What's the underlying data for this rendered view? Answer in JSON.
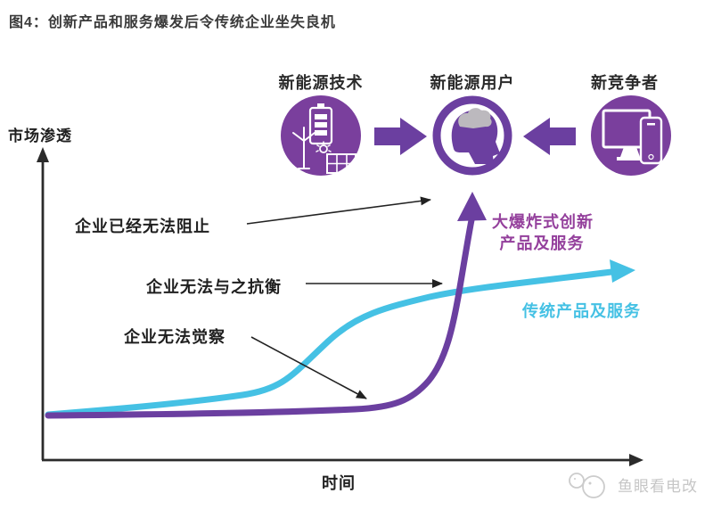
{
  "figure": {
    "title": "图4：创新产品和服务爆发后令传统企业坐失良机"
  },
  "flow": {
    "nodes": [
      {
        "label": "新能源技术",
        "icon": "energy-tech-icon"
      },
      {
        "label": "新能源用户",
        "icon": "user-head-icon"
      },
      {
        "label": "新竞争者",
        "icon": "devices-icon"
      }
    ],
    "arrows": [
      {
        "from": "新能源技术",
        "to": "新能源用户",
        "direction": "right"
      },
      {
        "from": "新竞争者",
        "to": "新能源用户",
        "direction": "left"
      }
    ]
  },
  "axes": {
    "y_label": "市场渗透",
    "x_label": "时间"
  },
  "annotations": [
    "企业已经无法阻止",
    "企业无法与之抗衡",
    "企业无法觉察"
  ],
  "curve_labels": {
    "innovation": {
      "lines": [
        "大爆炸式创新",
        "产品及服务"
      ],
      "color": "#94409C"
    },
    "traditional": {
      "label": "传统产品及服务",
      "color": "#45C1E4"
    }
  },
  "watermark": {
    "text": "鱼眼看电改"
  },
  "colors": {
    "icon_purple": "#7A3F9D",
    "curve_purple": "#6B3FA0",
    "curve_cyan": "#45C1E4",
    "label_purple": "#94409C",
    "axis_black": "#2b2b2b",
    "watermark_gray": "#c6c6c6",
    "brain_gray": "#BCB9BE"
  },
  "chart_data": {
    "type": "line",
    "title": "图4：创新产品和服务爆发后令传统企业坐失良机",
    "xlabel": "时间",
    "ylabel": "市场渗透",
    "x_axis": {
      "kind": "qualitative",
      "range": [
        0,
        100
      ],
      "ticks": "none"
    },
    "y_axis": {
      "kind": "qualitative",
      "range": [
        0,
        100
      ],
      "ticks": "none"
    },
    "grid": false,
    "legend_position": "on-curve-labels",
    "series": [
      {
        "name": "传统产品及服务",
        "color": "#45C1E4",
        "shape": "s-curve",
        "x": [
          0,
          10,
          20,
          30,
          35,
          40,
          45,
          50,
          55,
          60,
          70,
          80,
          90,
          100
        ],
        "y": [
          15,
          17,
          19,
          23,
          28,
          36,
          45,
          52,
          56,
          58,
          60,
          61,
          62,
          63
        ]
      },
      {
        "name": "大爆炸式创新产品及服务",
        "color": "#6B3FA0",
        "shape": "hockey-stick",
        "x": [
          0,
          10,
          20,
          30,
          40,
          50,
          55,
          60,
          64,
          67,
          70,
          72,
          73
        ],
        "y": [
          14,
          14,
          15,
          15,
          16,
          17,
          20,
          27,
          40,
          56,
          72,
          86,
          95
        ]
      }
    ],
    "annotations": [
      {
        "text": "企业无法觉察",
        "target": "innovation-curve-flat-early-stage"
      },
      {
        "text": "企业无法与之抗衡",
        "target": "traditional-curve-plateau-crossing-point"
      },
      {
        "text": "企业已经无法阻止",
        "target": "innovation-curve-vertical-takeoff-tip"
      }
    ],
    "flow_header": {
      "nodes": [
        "新能源技术",
        "新能源用户",
        "新竞争者"
      ],
      "relation": "新能源技术 → 新能源用户 ← 新竞争者"
    }
  }
}
